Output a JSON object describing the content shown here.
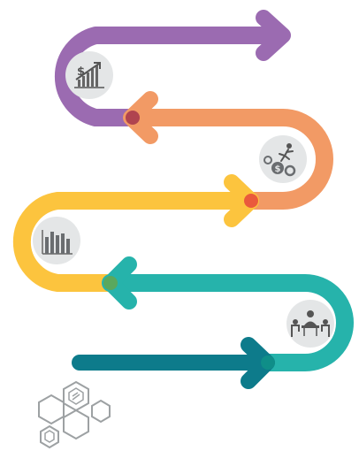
{
  "diagram": {
    "type": "serpentine-process-path",
    "segments": [
      {
        "color": "#9b6bb1",
        "direction": "right"
      },
      {
        "color": "#f29a65",
        "direction": "left"
      },
      {
        "color": "#fcc43e",
        "direction": "right"
      },
      {
        "color": "#26b3ab",
        "direction": "left"
      },
      {
        "color": "#0d7b8b",
        "direction": "right"
      }
    ],
    "icons": [
      {
        "name": "growth-chart-dollar-icon"
      },
      {
        "name": "business-gears-runner-icon"
      },
      {
        "name": "bar-chart-icon"
      },
      {
        "name": "team-meeting-icon"
      }
    ],
    "decoration": {
      "name": "hexagon-cluster-icon",
      "color": "#9da1a3"
    }
  }
}
